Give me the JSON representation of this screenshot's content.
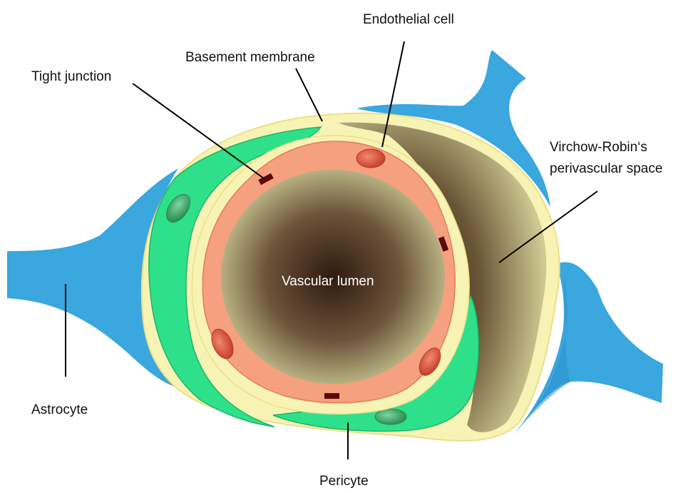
{
  "labels": {
    "endothelial_cell": "Endothelial cell",
    "basement_membrane": "Basement membrane",
    "tight_junction": "Tight junction",
    "virchow_line1": "Virchow-Robin‘s",
    "virchow_line2": "perivascular space",
    "vascular_lumen": "Vascular lumen",
    "astrocyte": "Astrocyte",
    "pericyte": "Pericyte"
  },
  "colors": {
    "astrocyte": "#3aa7de",
    "astrocyte_dark": "#1f86c4",
    "basement_membrane": "#f7f3b4",
    "pericyte": "#2fe08a",
    "pericyte_nucleus": "#2a9a58",
    "endothelium": "#f5a07f",
    "endothelium_nucleus": "#d6503e",
    "lumen_center": "#2e1a0f",
    "lumen_edge": "#c5c38c",
    "tight_junction": "#5a0a0a"
  }
}
